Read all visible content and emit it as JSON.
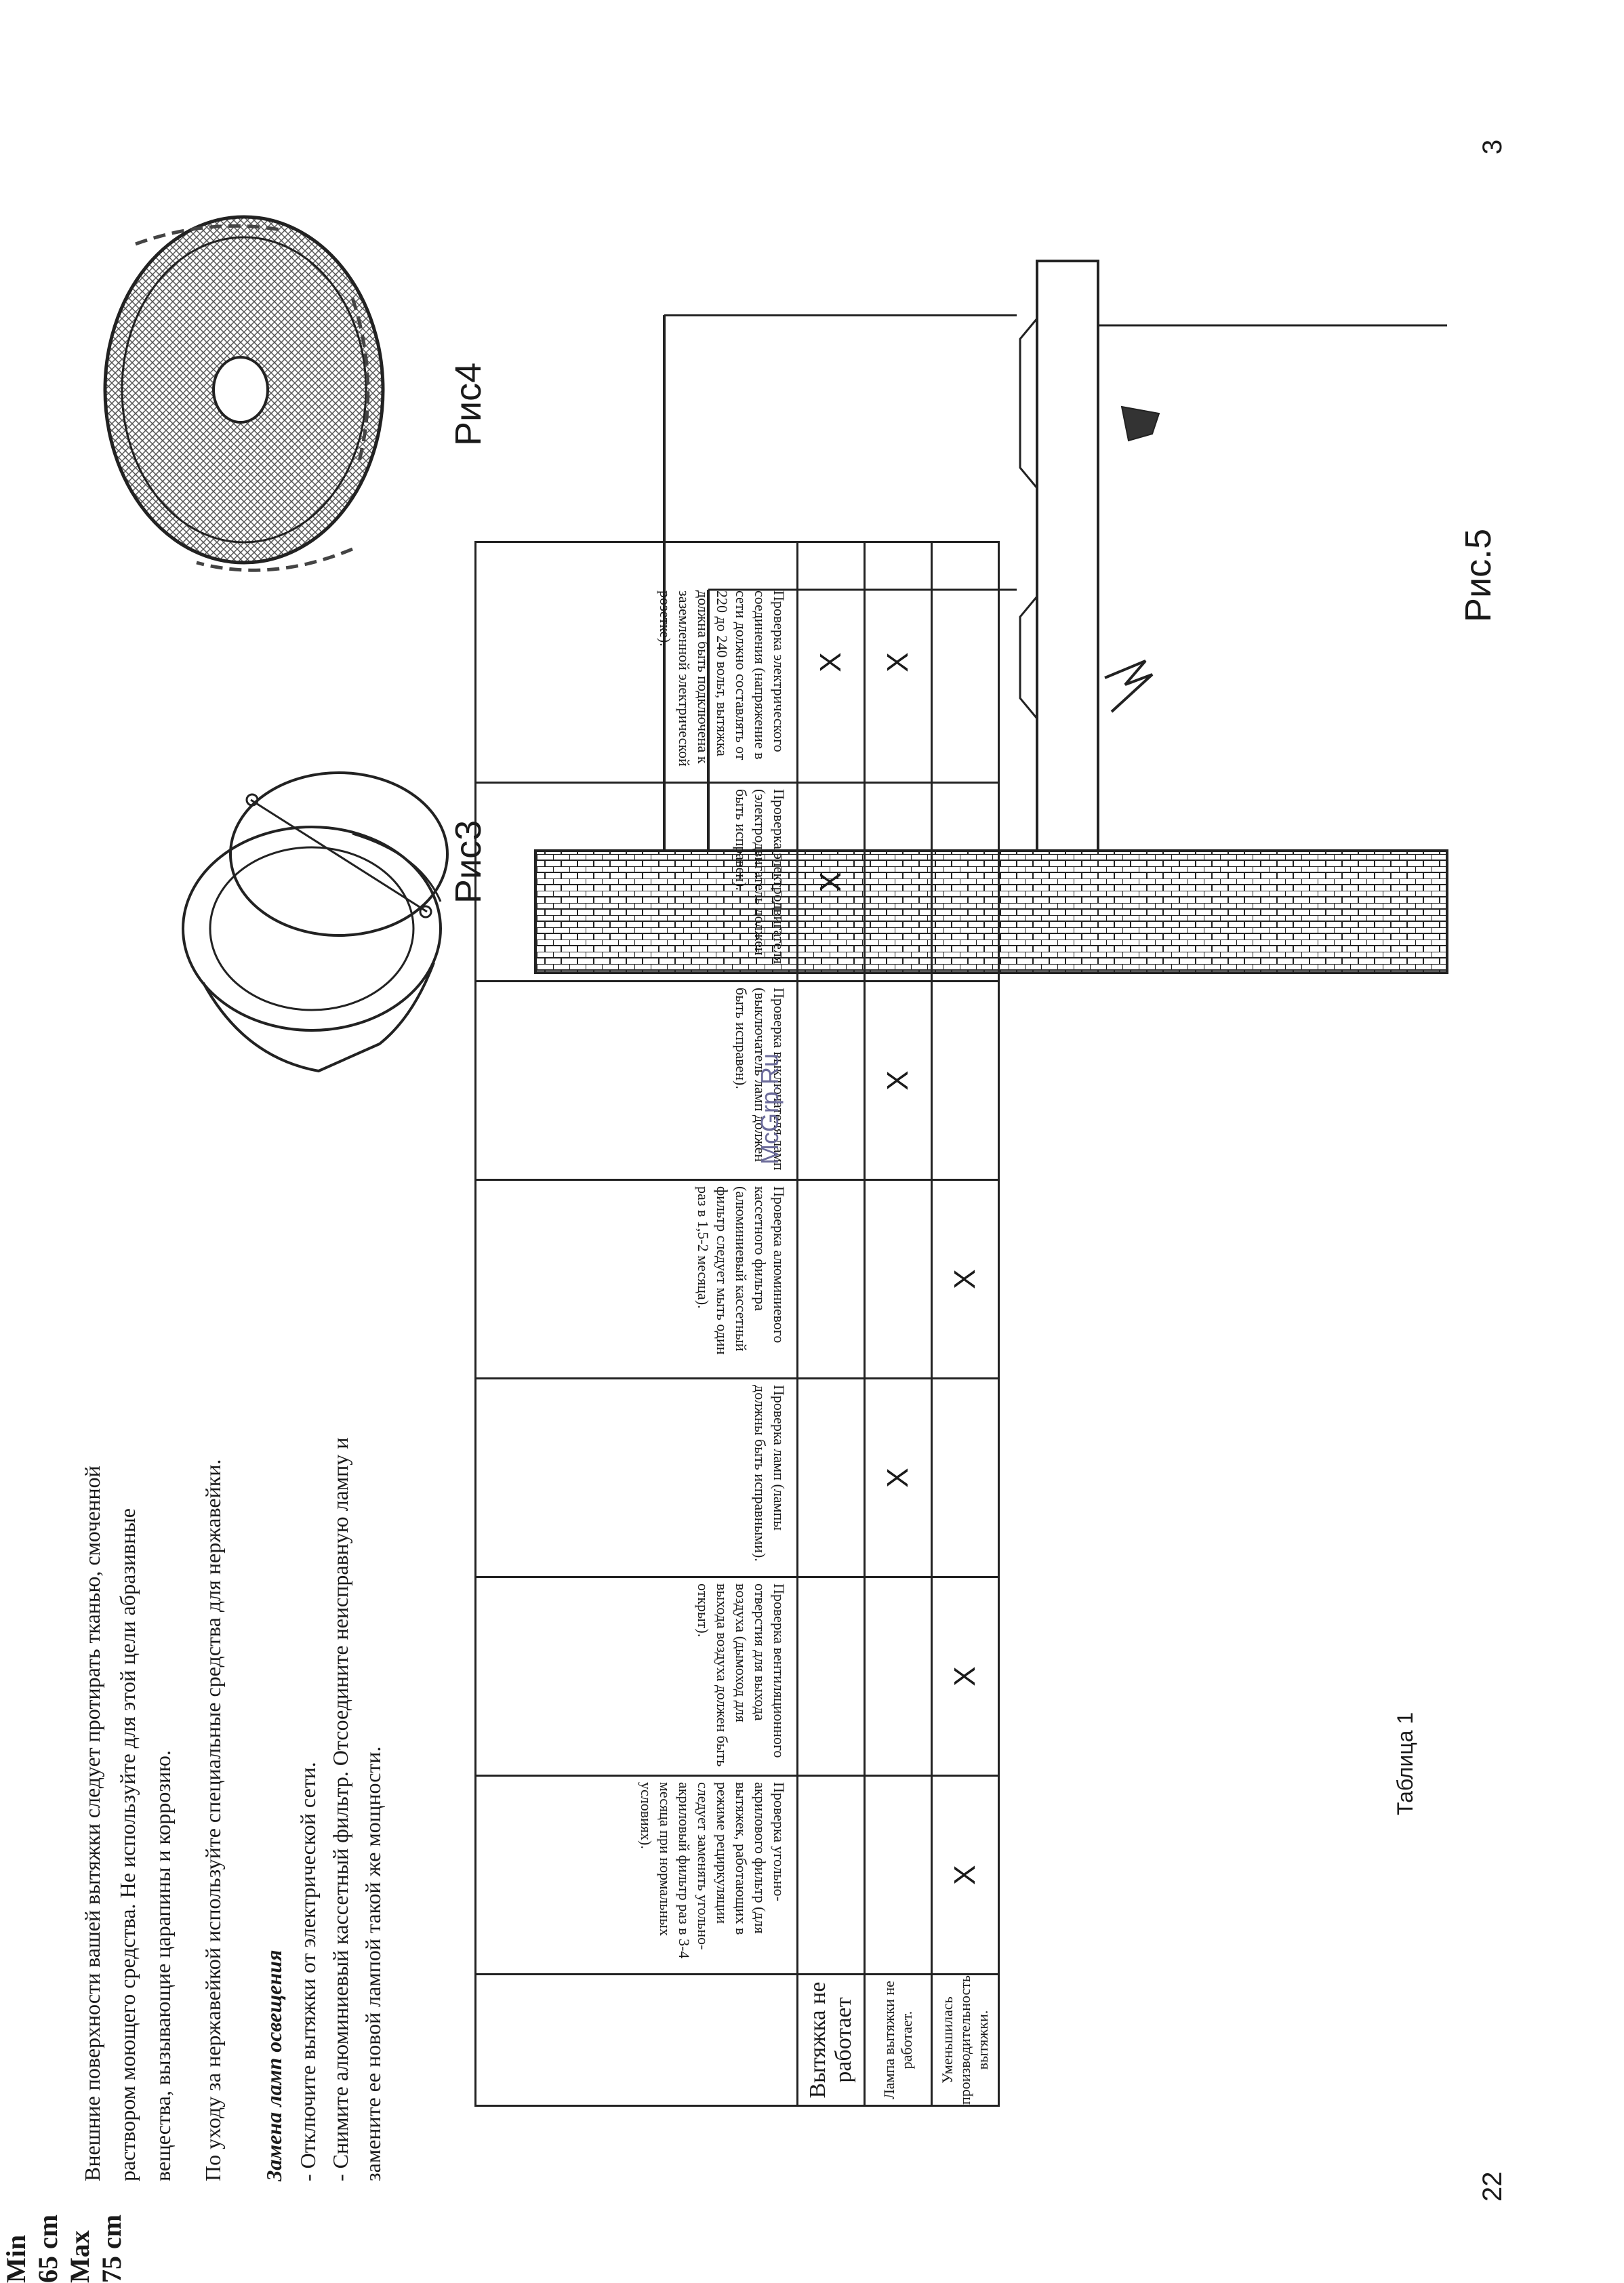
{
  "page_numbers": {
    "left": "22",
    "right": "3"
  },
  "watermark": "McGrp.Ru",
  "intro_paragraph": [
    "Внешние поверхности вашей вытяжки следует протирать тканью, смоченной",
    "раствором моющего средства. Не используйте для этой цели абразивные",
    "вещества, вызывающие царапины и коррозию."
  ],
  "steel_care": "По уходу за нержавейкой используйте специальные средства для нержавейки.",
  "lamp_heading": "Замена ламп освещения",
  "lamp_steps": [
    "- Отключите вытяжки от электрической сети.",
    "- Снимите алюминиевый кассетный фильтр. Отсоедините неисправную лампу и",
    "замените ее новой лампой такой же мощности."
  ],
  "table": {
    "caption": "Таблица 1",
    "columns": [
      "Проверка угольно-акрилового фильтр (для вытяжек, работающих в режиме рециркуляции следует заменять угольно-акриловый фильтр раз в 3-4 месяца при нормальных условиях).",
      "Проверка вентиляционного отверстия для выхода воздуха (дымоход для выхода воздуха должен быть открыт).",
      "Проверка ламп (лампы должны быть исправными).",
      "Проверка алюминиевого кассетного фильтра (алюминиевый кассетный фильтр следует мыть один раз в 1,5-2 месяца).",
      "Проверка выключателя ламп (выключатель ламп должен быть исправен).",
      "Проверка электродвигателя (электродвигатель должен быть исправен).",
      "Проверка электрического соединения (напряжение в сети должно составлять от 220 до 240 вольт, вытяжка должна быть подключена к заземленной электрической розетке)."
    ],
    "rows": [
      {
        "symptom": "Вытяжка не работает",
        "marks": [
          "",
          "",
          "",
          "",
          "",
          "X",
          "X"
        ]
      },
      {
        "symptom": "Лампа вытяжки не работает.",
        "marks": [
          "",
          "",
          "X",
          "",
          "X",
          "",
          "X"
        ]
      },
      {
        "symptom": "Уменьшилась производительность вытяжки.",
        "marks": [
          "X",
          "X",
          "",
          "X",
          "",
          "",
          ""
        ]
      }
    ]
  },
  "figures": {
    "fig3_label": "Рис3",
    "fig4_label": "Рис4",
    "fig5_label": "Рис.5",
    "min_label": "Min",
    "min_value": "65 cm",
    "max_label": "Max",
    "max_value": "75 cm"
  }
}
